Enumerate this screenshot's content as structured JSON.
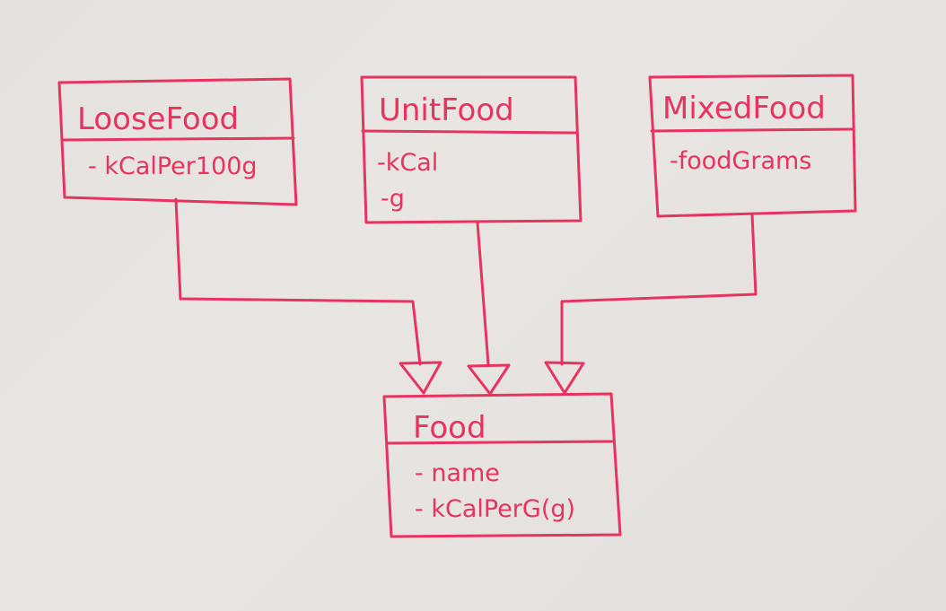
{
  "diagram": {
    "ink_color": "#e8325f",
    "paper_color": "#e6e3e0",
    "classes": [
      {
        "id": "loose_food",
        "name": "LooseFood",
        "attributes": [
          "- kCalPer100g"
        ]
      },
      {
        "id": "unit_food",
        "name": "UnitFood",
        "attributes": [
          "-kCal",
          "-g"
        ]
      },
      {
        "id": "mixed_food",
        "name": "MixedFood",
        "attributes": [
          "-foodGrams"
        ]
      },
      {
        "id": "food",
        "name": "Food",
        "attributes": [
          "- name",
          "- kCalPerG(g)"
        ]
      }
    ],
    "relations": [
      {
        "from": "LooseFood",
        "to": "Food",
        "type": "inheritance"
      },
      {
        "from": "UnitFood",
        "to": "Food",
        "type": "inheritance"
      },
      {
        "from": "MixedFood",
        "to": "Food",
        "type": "inheritance"
      }
    ]
  }
}
